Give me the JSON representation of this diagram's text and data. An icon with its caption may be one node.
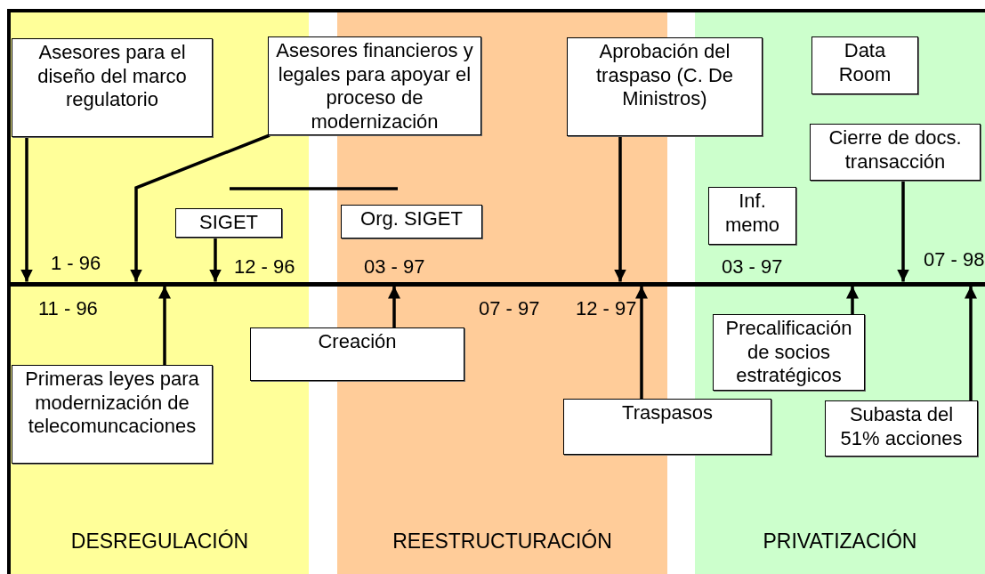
{
  "diagram": {
    "nodes": [
      {
        "text": [
          "DESREGULACIÓN"
        ]
      },
      {
        "text": [
          "REESTRUCTURACIÓN"
        ]
      },
      {
        "text": [
          "PRIVATIZACIÓN"
        ]
      },
      {
        "text": [
          "Asesores para el diseño del marco regulatorio"
        ],
        "in": 0
      },
      {
        "text": [
          "Asesores financieros y legales para apoyar el proceso de modernización"
        ]
      },
      {
        "text": [
          "SIGET"
        ],
        "in": 0
      },
      {
        "text": [
          "Org. SIGET"
        ],
        "in": 1
      },
      {
        "text": [
          "Aprobación del traspaso (C. De Ministros)"
        ]
      },
      {
        "text": [
          "Data Room"
        ],
        "in": 2
      },
      {
        "text": [
          "Inf. memo"
        ],
        "in": 2
      },
      {
        "text": [
          "Cierre de docs. transacción"
        ],
        "in": 2
      },
      {
        "text": [
          "Primeras leyes para modernización de telecomuncaciones"
        ],
        "in": 0
      },
      {
        "text": [
          "Creación"
        ]
      },
      {
        "text": [
          "Traspasos"
        ]
      },
      {
        "text": [
          "Precalificación de socios estratégicos"
        ],
        "in": 2
      },
      {
        "text": [
          "Subasta del 51% acciones"
        ],
        "in": 2
      },
      {
        "text": [],
        "shape": "bar"
      }
    ],
    "edges": [
      {
        "from": 3,
        "to": 16,
        "arrow": "to"
      },
      {
        "from": 4,
        "to": 16,
        "arrow": "to"
      },
      {
        "from": 5,
        "to": 16,
        "arrow": "to"
      },
      {
        "from": 7,
        "to": 16,
        "arrow": "to"
      },
      {
        "from": 10,
        "to": 16,
        "arrow": "to"
      },
      {
        "from": 11,
        "to": 16,
        "arrow": "to"
      },
      {
        "from": 12,
        "to": 16,
        "arrow": "to"
      },
      {
        "from": 13,
        "to": 16,
        "arrow": "to"
      },
      {
        "from": 14,
        "to": 16,
        "arrow": "to"
      },
      {
        "from": 15,
        "to": 16,
        "arrow": "to"
      }
    ],
    "labels": [
      "1 - 96",
      "12 - 96",
      "03 - 97",
      "03 - 97",
      "07 - 98",
      "11 - 96",
      "07 - 97",
      "12 - 97"
    ]
  }
}
